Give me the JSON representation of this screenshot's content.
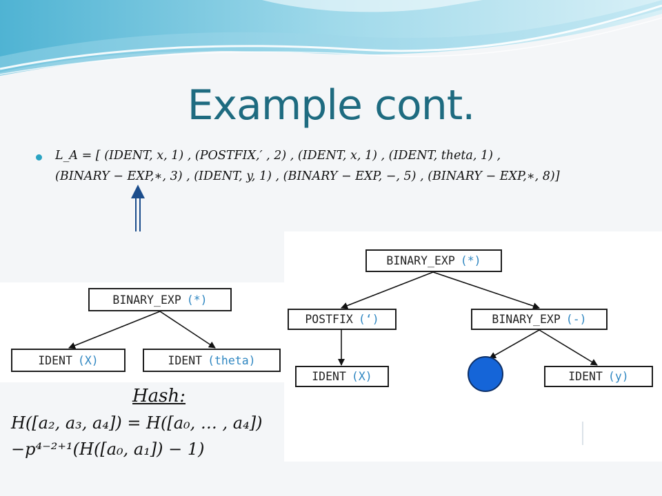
{
  "slide": {
    "title": "Example cont.",
    "colors": {
      "title": "#1e6b80",
      "accent": "#2aa3c2",
      "arrow": "#1b4d8c",
      "node_circle": "#1565d8",
      "operator_text": "#2e86c1"
    }
  },
  "formula": {
    "line1": "L_A = [ (IDENT, x, 1) , (POSTFIX,′ , 2) , (IDENT, x, 1) , (IDENT, theta, 1) ,",
    "line2": "(BINARY − EXP,∗, 3) , (IDENT, y, 1) , (BINARY − EXP, −, 5) , (BINARY − EXP,∗, 8)]"
  },
  "left_tree": {
    "root": {
      "name": "BINARY_EXP",
      "op": "(*)"
    },
    "children": [
      {
        "name": "IDENT",
        "op": "(X)"
      },
      {
        "name": "IDENT",
        "op": "(theta)"
      }
    ]
  },
  "right_tree": {
    "root": {
      "name": "BINARY_EXP",
      "op": "(*)"
    },
    "postfix": {
      "name": "POSTFIX",
      "op": "(‘)"
    },
    "binary_minus": {
      "name": "BINARY_EXP",
      "op": "(-)"
    },
    "ident_x": {
      "name": "IDENT",
      "op": "(X)"
    },
    "ident_y": {
      "name": "IDENT",
      "op": "(y)"
    }
  },
  "hash": {
    "label": "Hash:",
    "eq1": "H([a₂, a₃, a₄]) = H([a₀, … , a₄])",
    "eq2": "−p⁴⁻²⁺¹(H([a₀, a₁]) − 1)"
  }
}
